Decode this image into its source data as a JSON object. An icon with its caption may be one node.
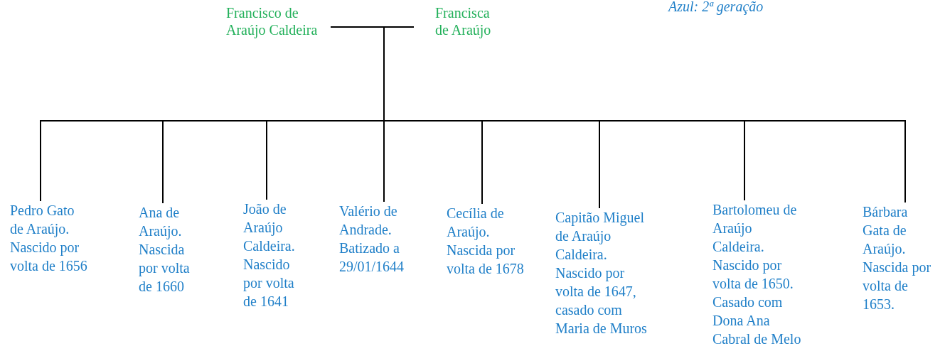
{
  "diagram": {
    "nodes": [
      {
        "text": [
          "Francisco de Araújo Caldeira"
        ]
      },
      {
        "text": [
          "Francisca de Araújo"
        ]
      },
      {
        "text": [
          "Pedro Gato de Araújo. Nascido por volta de 1656"
        ]
      },
      {
        "text": [
          "Ana de Araújo. Nascida por volta de 1660"
        ]
      },
      {
        "text": [
          "João de Araújo Caldeira. Nascido por volta de 1641"
        ]
      },
      {
        "text": [
          "Valério de Andrade. Batizado a 29/01/1644"
        ]
      },
      {
        "text": [
          "Cecília de Araújo. Nascida por volta de 1678"
        ]
      },
      {
        "text": [
          "Capitão Miguel de Araújo Caldeira. Nascido por volta de 1647, casado com Maria de Muros"
        ]
      },
      {
        "text": [
          "Bartolomeu de Araújo Caldeira. Nascido por volta de 1650. Casado com Dona Ana Cabral de Melo"
        ]
      },
      {
        "text": [
          "Bárbara Gata de Araújo. Nascida por volta de 1653."
        ]
      }
    ],
    "edges": [
      {
        "from": 0,
        "to": 2,
        "arrow": "none"
      },
      {
        "from": 0,
        "to": 3,
        "arrow": "none"
      },
      {
        "from": 0,
        "to": 4,
        "arrow": "none"
      },
      {
        "from": 0,
        "to": 5,
        "arrow": "none"
      },
      {
        "from": 0,
        "to": 6,
        "arrow": "none"
      },
      {
        "from": 0,
        "to": 7,
        "arrow": "none"
      },
      {
        "from": 0,
        "to": 8,
        "arrow": "none"
      },
      {
        "from": 0,
        "to": 9,
        "arrow": "none"
      },
      {
        "from": 1,
        "to": 2,
        "arrow": "none"
      },
      {
        "from": 1,
        "to": 3,
        "arrow": "none"
      },
      {
        "from": 1,
        "to": 4,
        "arrow": "none"
      },
      {
        "from": 1,
        "to": 5,
        "arrow": "none"
      },
      {
        "from": 1,
        "to": 6,
        "arrow": "none"
      },
      {
        "from": 1,
        "to": 7,
        "arrow": "none"
      },
      {
        "from": 1,
        "to": 8,
        "arrow": "none"
      },
      {
        "from": 1,
        "to": 9,
        "arrow": "none"
      }
    ],
    "labels": [
      "Azul: 2ª geração"
    ]
  }
}
